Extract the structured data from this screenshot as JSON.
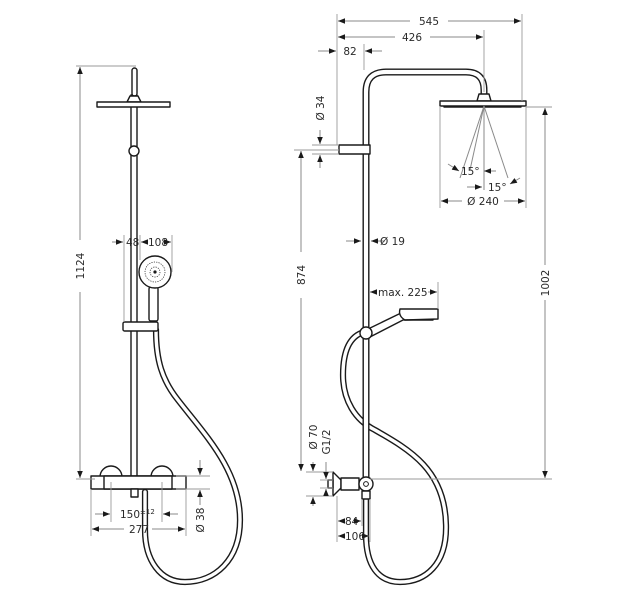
{
  "drawing": {
    "title": "Shower system dimensional drawing",
    "units": "mm",
    "colors": {
      "line": "#1a1a1a",
      "dimension": "#8a8a8a",
      "text": "#2a2a2a",
      "background": "#ffffff"
    }
  },
  "front_view": {
    "dimensions": {
      "total_height": "1124",
      "handshower_offset": "48",
      "handshower_diameter": "108",
      "mixer_centers": "150",
      "mixer_centers_tolerance": "±12",
      "mixer_width": "277",
      "mixer_diameter": "Ø 38"
    }
  },
  "side_view": {
    "dimensions": {
      "overall_projection": "545",
      "arm_projection": "426",
      "wall_offset": "82",
      "holder_diameter": "Ø 34",
      "riser_height": "874",
      "pipe_diameter": "Ø 19",
      "handshower_reach": "max. 225",
      "overhead_height": "1002",
      "spray_angle_1": "15°",
      "spray_angle_2": "15°",
      "overhead_diameter": "Ø 240",
      "connection_diameter": "Ø 70",
      "thread": "G1/2",
      "mixer_projection_1": "84",
      "mixer_projection_2": "106"
    }
  }
}
